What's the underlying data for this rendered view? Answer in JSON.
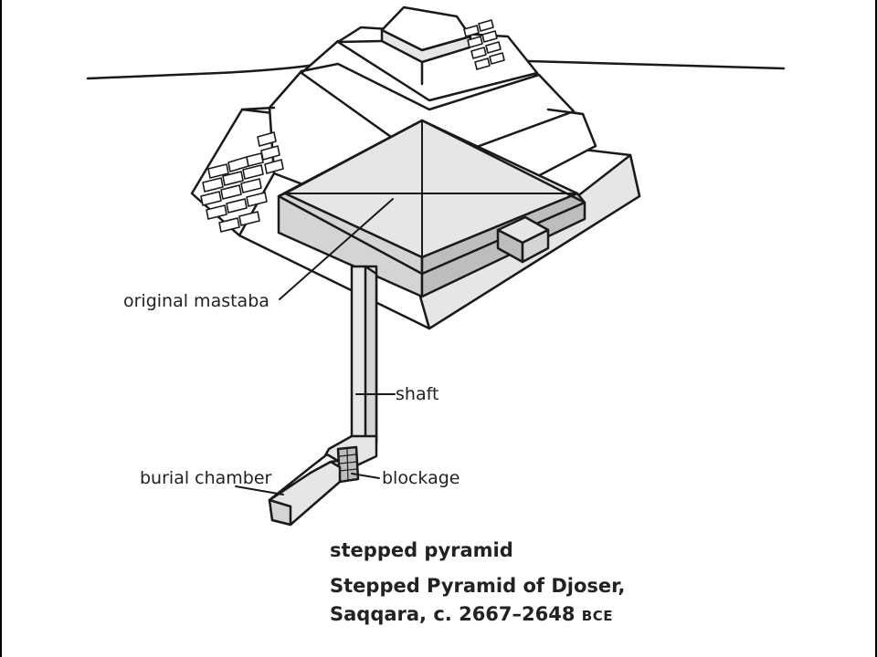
{
  "labels": {
    "original_mastaba": "original mastaba",
    "shaft": "shaft",
    "burial_chamber": "burial chamber",
    "blockage": "blockage"
  },
  "caption": {
    "term": "stepped pyramid",
    "title_line1": "Stepped Pyramid of Djoser,",
    "title_line2": "Saqqara, c. 2667–2648",
    "era": "BCE"
  },
  "colors": {
    "stroke": "#1a1a1a",
    "fill_white": "#ffffff",
    "fill_light": "#e6e6e6",
    "fill_mid": "#d4d4d4",
    "fill_dark": "#bdbdbd",
    "frame": "#000000"
  }
}
